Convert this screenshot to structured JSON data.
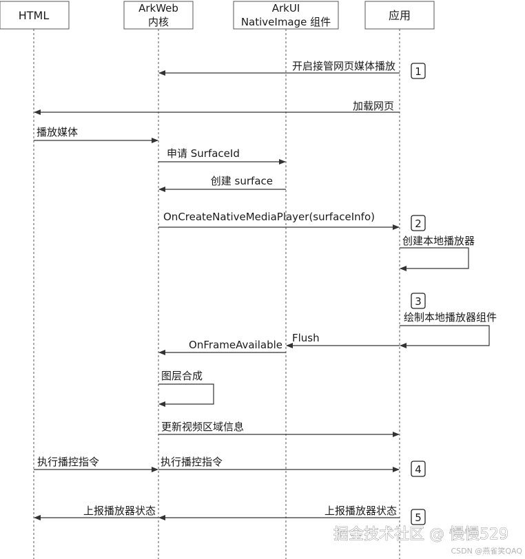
{
  "participants": [
    {
      "id": "html",
      "lines": [
        "HTML"
      ]
    },
    {
      "id": "arkweb",
      "lines": [
        "ArkWeb",
        "内核"
      ]
    },
    {
      "id": "nativeimage",
      "lines": [
        "ArkUI",
        "NativeImage 组件"
      ]
    },
    {
      "id": "app",
      "lines": [
        "应用"
      ]
    }
  ],
  "messages": [
    {
      "from": "app",
      "to": "arkweb",
      "label": "开启接管网页媒体播放"
    },
    {
      "from": "app",
      "to": "html",
      "label": "加载网页"
    },
    {
      "from": "html",
      "to": "arkweb",
      "label": "播放媒体"
    },
    {
      "from": "arkweb",
      "to": "nativeimage",
      "label": "申请 SurfaceId"
    },
    {
      "from": "nativeimage",
      "to": "arkweb",
      "label": "创建 surface"
    },
    {
      "from": "arkweb",
      "to": "app",
      "label": "OnCreateNativeMediaPlayer(surfaceInfo)"
    },
    {
      "from": "app",
      "to": "app",
      "label": "创建本地播放器"
    },
    {
      "from": "app",
      "to": "app",
      "label": "绘制本地播放器组件"
    },
    {
      "from": "app",
      "to": "nativeimage",
      "label": "Flush"
    },
    {
      "from": "nativeimage",
      "to": "arkweb",
      "label": "OnFrameAvailable"
    },
    {
      "from": "arkweb",
      "to": "arkweb",
      "label": "图层合成"
    },
    {
      "from": "arkweb",
      "to": "app",
      "label": "更新视频区域信息"
    },
    {
      "from": "html",
      "to": "arkweb",
      "label": "执行播控指令"
    },
    {
      "from": "arkweb",
      "to": "app",
      "label": "执行播控指令"
    },
    {
      "from": "app",
      "to": "arkweb",
      "label": "上报播放器状态"
    },
    {
      "from": "arkweb",
      "to": "html",
      "label": "上报播放器状态"
    }
  ],
  "step_markers": [
    "1",
    "2",
    "3",
    "4",
    "5"
  ],
  "watermark": {
    "main": "掘金技术社区 @ 慢慢529",
    "sub": "CSDN @燕雀笑QAQ"
  },
  "colors": {
    "line": "#333333",
    "box_fill": "#ffffff",
    "box_stroke": "#555555",
    "text": "#1a1a1a"
  }
}
